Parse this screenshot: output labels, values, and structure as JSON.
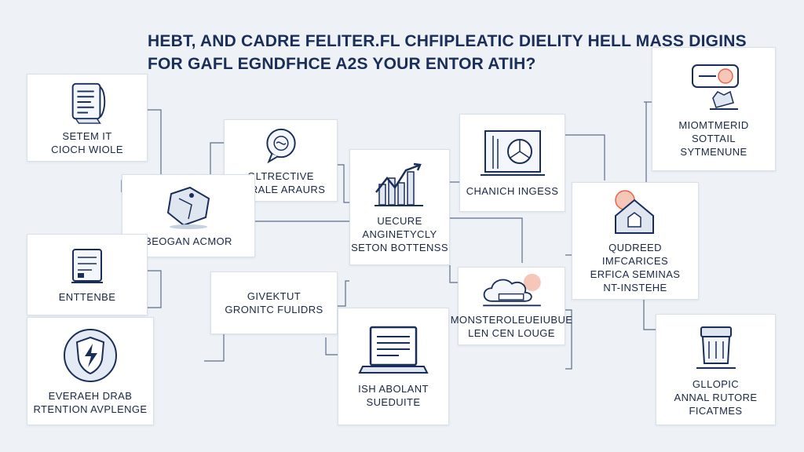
{
  "title": {
    "line1": "HEBT, AND CADRE FELITER.FL CHFIPLEATIC DIELITY HELL MASS DIGINS",
    "line2": "FOR GAFL EGNDFHCE A2S YOUR ENTOR ATIH?"
  },
  "nodes": [
    {
      "id": "n1",
      "icon": "document-icon",
      "lines": [
        "SETEM IT",
        "CIOCH WIOLE"
      ]
    },
    {
      "id": "n2",
      "icon": "chat-bubble-icon",
      "lines": [
        "OLTRECTIVE",
        "SERALE ARAURS"
      ]
    },
    {
      "id": "n3",
      "icon": "bar-trend-chart-icon",
      "lines": [
        "UECURE",
        "ANGINETYCLY",
        "SETON BOTTENSS"
      ]
    },
    {
      "id": "n4",
      "icon": "monitor-pie-chart-icon",
      "lines": [
        "CHANICH INGESS"
      ]
    },
    {
      "id": "n5",
      "icon": "message-box-icon",
      "lines": [
        "MIOMTMERID",
        "SOTTAIL",
        "SYTMENUNE"
      ]
    },
    {
      "id": "n6",
      "icon": "cloth-tag-icon",
      "lines": [
        "BEOGAN ACMOR"
      ]
    },
    {
      "id": "n7",
      "icon": "checklist-icon",
      "lines": [
        "ENTTENBE"
      ]
    },
    {
      "id": "n8",
      "icon": "",
      "lines": [
        "GIVEKTUT",
        "GRONITC FULIDRS"
      ]
    },
    {
      "id": "n9",
      "icon": "cloud-server-icon",
      "lines": [
        "MONSTEROLEUEIUBUE",
        "LEN CEN LOUGE"
      ]
    },
    {
      "id": "n10",
      "icon": "house-shield-icon",
      "lines": [
        "QUDREED",
        "IMFCARICES",
        "ERFICA SEMINAS",
        "NT-INSTEHE"
      ]
    },
    {
      "id": "n11",
      "icon": "lightning-shield-icon",
      "lines": [
        "EVERAEH DRAB",
        "RTENTION AVPLENGE"
      ]
    },
    {
      "id": "n12",
      "icon": "laptop-icon",
      "lines": [
        "ISH ABOLANT",
        "SUEDUITE"
      ]
    },
    {
      "id": "n13",
      "icon": "storage-bin-icon",
      "lines": [
        "GLLOPIC",
        "ANNAL RUTORE",
        "FICATMES"
      ]
    }
  ],
  "colors": {
    "accent": "#1a2e5a",
    "highlight": "#e8664b",
    "background": "#eef2f7"
  }
}
